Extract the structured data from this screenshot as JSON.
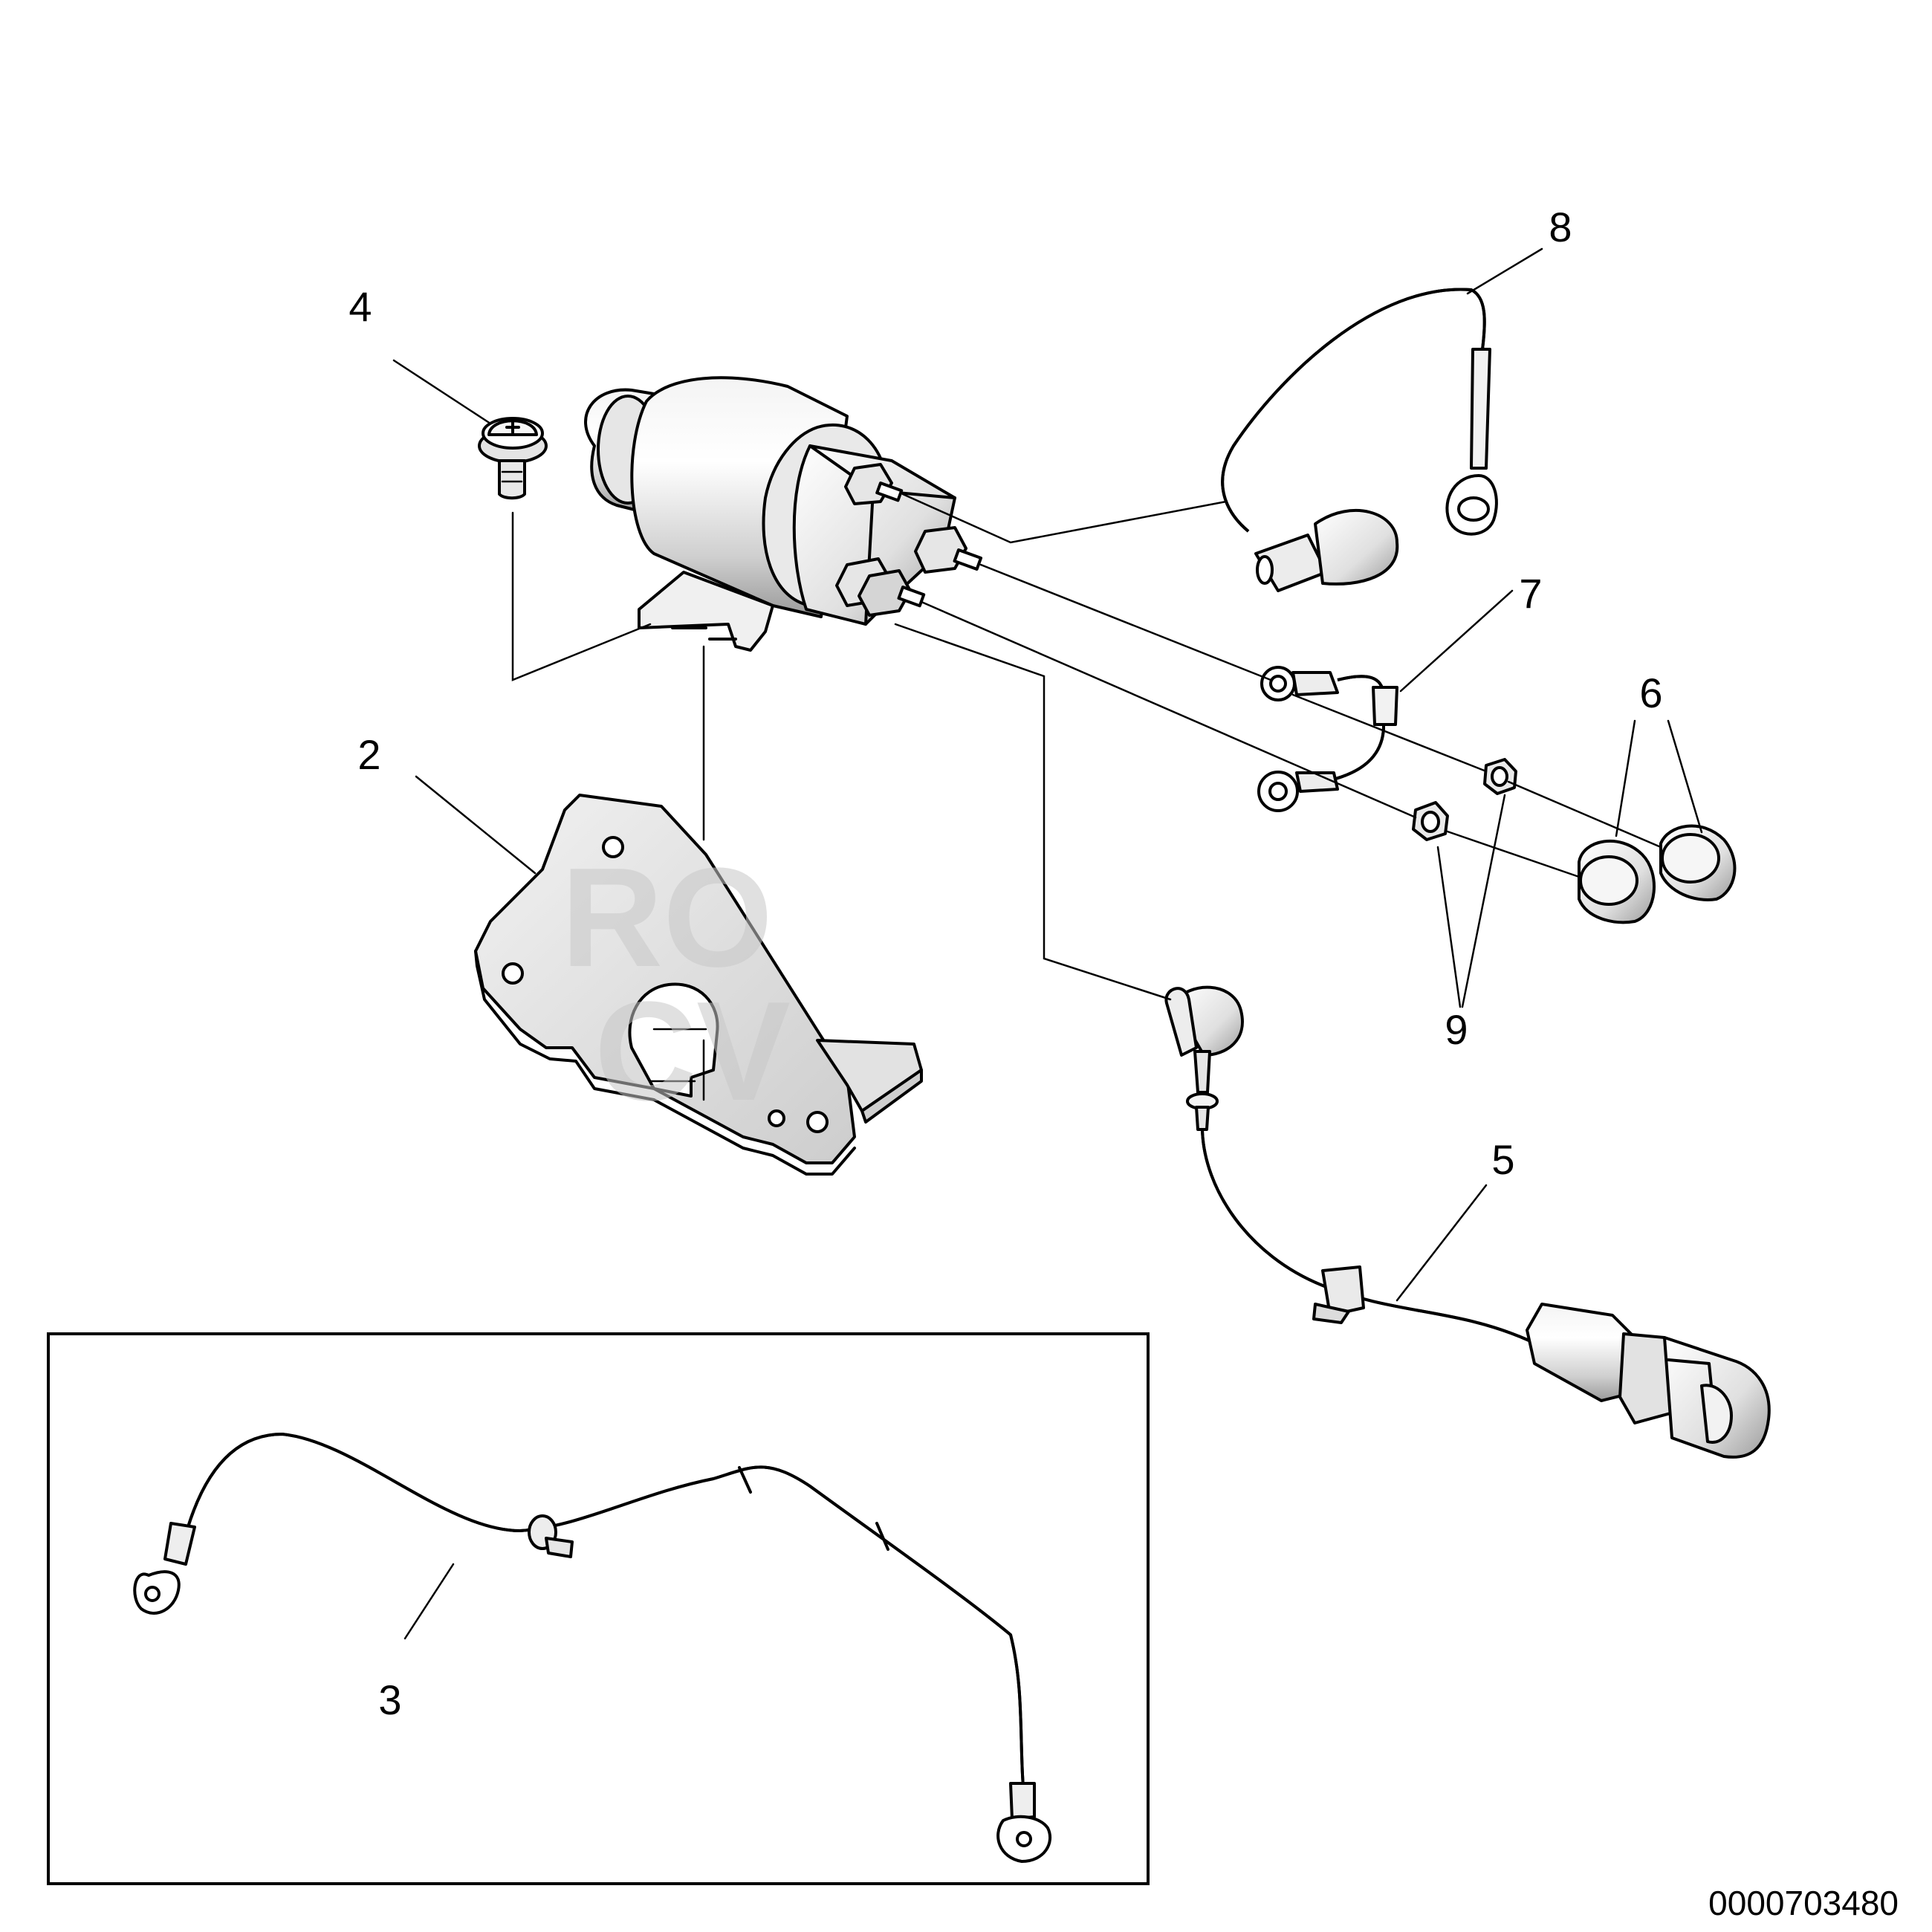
{
  "diagram": {
    "callouts": [
      {
        "id": "c1",
        "label": "2"
      },
      {
        "id": "c2",
        "label": "3"
      },
      {
        "id": "c3",
        "label": "4"
      },
      {
        "id": "c4",
        "label": "5"
      },
      {
        "id": "c5",
        "label": "6"
      },
      {
        "id": "c6",
        "label": "7"
      },
      {
        "id": "c7",
        "label": "8"
      },
      {
        "id": "c8",
        "label": "9"
      }
    ],
    "document_number": "0000703480",
    "colors": {
      "line": "#000000",
      "part_fill": "#ffffff",
      "shade": "#d8d8d8",
      "dark_shade": "#a8a8a8",
      "watermark": "#c8c8c8"
    }
  }
}
